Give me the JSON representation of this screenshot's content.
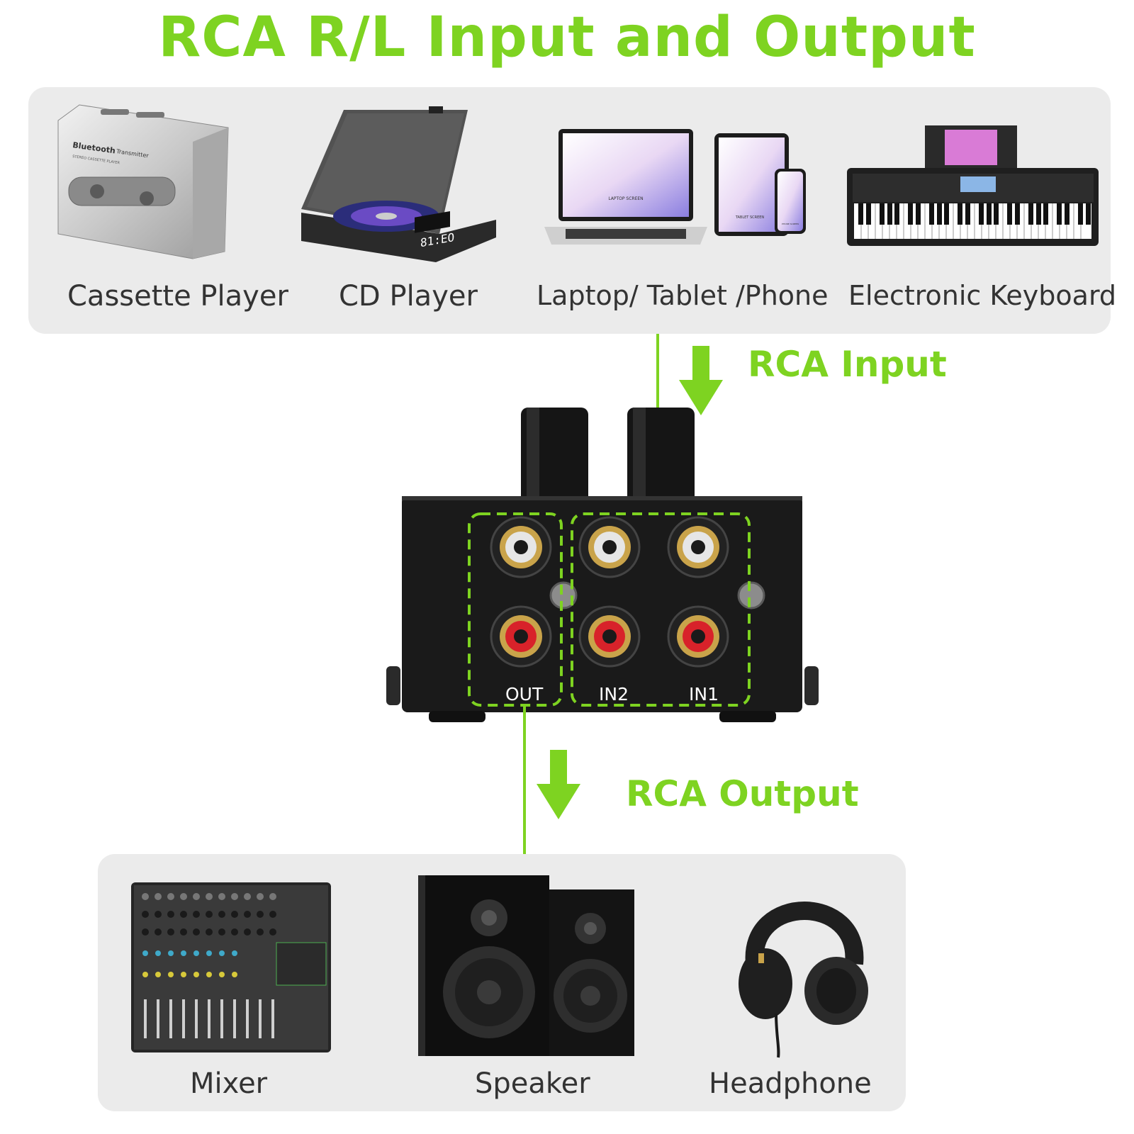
{
  "title": "RCA R/L Input and Output",
  "sources": [
    {
      "label": "Cassette Player",
      "icon": "cassette-player-icon"
    },
    {
      "label": "CD Player",
      "icon": "cd-player-icon"
    },
    {
      "label": "Laptop/ Tablet /Phone",
      "icon": "laptop-tablet-phone-icon"
    },
    {
      "label": "Electronic Keyboard",
      "icon": "electronic-keyboard-icon"
    }
  ],
  "input_label": "RCA Input",
  "output_label": "RCA Output",
  "device": {
    "ports": {
      "out": "OUT",
      "in2": "IN2",
      "in1": "IN1"
    },
    "device_text": {
      "bluetooth": "Bluetooth",
      "transmitter": "Transmitter",
      "cassette_sub": "STEREO CASSETTE PLAYER",
      "laptop_screen": "LAPTOP SCREEN",
      "tablet_screen": "TABLET SCREEN",
      "phone_screen": "PHONE SCREEN",
      "cd_display": "81:EO"
    }
  },
  "outputs": [
    {
      "label": "Mixer",
      "icon": "mixer-icon"
    },
    {
      "label": "Speaker",
      "icon": "speaker-icon"
    },
    {
      "label": "Headphone",
      "icon": "headphone-icon"
    }
  ],
  "colors": {
    "accent": "#7ed321",
    "panel": "#ebebeb",
    "device_body": "#1a1a1a",
    "rca_red": "#d8222a",
    "rca_white": "#e6e6e6",
    "gold": "#c9a34a"
  }
}
